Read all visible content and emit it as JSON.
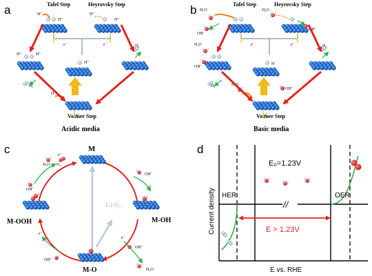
{
  "colors": {
    "arrow_red": "#e3231f",
    "arrow_green": "#2fb24b",
    "arrow_yellow": "#f3b81a",
    "arrow_orange": "#e98a22",
    "gray_line": "#9aa5b1",
    "blue_atom": "#1b6ed6",
    "blue_dark": "#0b3f8f",
    "light_blue_arrow": "#b7c9de"
  },
  "panels": {
    "a": {
      "letter": "a",
      "tafel": "Tafel Step",
      "heyrovsky": "Heyrovsky Step",
      "volmer": "Volmer Step",
      "media": "Acidic media",
      "h_plus": "H⁺",
      "h2": "H₂",
      "e_minus": "e⁻"
    },
    "b": {
      "letter": "b",
      "tafel": "Tafel Step",
      "heyrovsky": "Heyrovsky Step",
      "volmer": "Volmer Step",
      "media": "Basic media",
      "h2o": "H₂O",
      "oh": "OH⁻",
      "h": "H",
      "h2": "H₂",
      "e_minus": "e⁻"
    },
    "c": {
      "letter": "c",
      "m": "M",
      "m_oh": "M-OH",
      "m_o": "M-O",
      "m_ooh": "M-OOH",
      "half_o2": "1/2 O₂",
      "oh": "OH⁻",
      "h2o": "H₂O",
      "o2": "O₂",
      "e_minus": "e⁻"
    },
    "d": {
      "letter": "d",
      "e0": "E₀=1.23V",
      "her": "HER",
      "oer": "OER",
      "e_gt": "E > 1.23V",
      "break": "//",
      "ylabel": "Current density",
      "xlabel": "E vs. RHE"
    }
  }
}
